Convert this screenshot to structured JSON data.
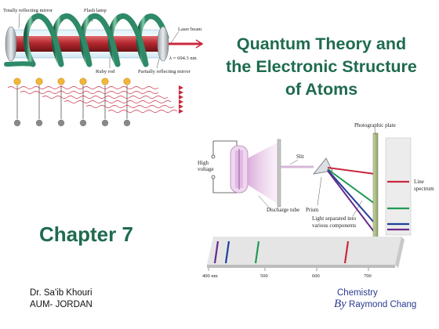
{
  "slide": {
    "title_lines": [
      "Quantum Theory and",
      "the Electronic Structure",
      "of Atoms"
    ],
    "chapter": "Chapter 7",
    "author_lines": [
      "Dr. Sa'ib Khouri",
      "AUM- JORDAN"
    ],
    "book": "Chemistry",
    "by": "By",
    "book_author": "Raymond Chang"
  },
  "laser_figure": {
    "mirror_left": "Totally reflecting mirror",
    "flash_lamp": "Flash lamp",
    "laser_beam": "Laser beam",
    "wavelength": "λ = 694.3 nm",
    "ruby_rod": "Ruby rod",
    "mirror_right": "Partially reflecting mirror"
  },
  "spectrum_figure": {
    "photographic_plate": "Photographic plate",
    "high_voltage_1": "High",
    "high_voltage_2": "voltage",
    "slit": "Slit",
    "prism": "Prism",
    "discharge_tube": "Discharge tube",
    "line_spectrum_1": "Line",
    "line_spectrum_2": "spectrum",
    "light_separated_1": "Light separated into",
    "light_separated_2": "various components",
    "scale": [
      "400 nm",
      "500",
      "600",
      "700"
    ]
  },
  "colors": {
    "title_green": "#1f6b4f",
    "credit_blue": "#2a3a8f",
    "ruby_red": "#b3282e",
    "lamp_green": "#2e8a67",
    "line_violet": "#6a2a8c",
    "line_blue": "#1f3f9a",
    "line_green": "#1e9a55",
    "line_red": "#c8283e"
  }
}
